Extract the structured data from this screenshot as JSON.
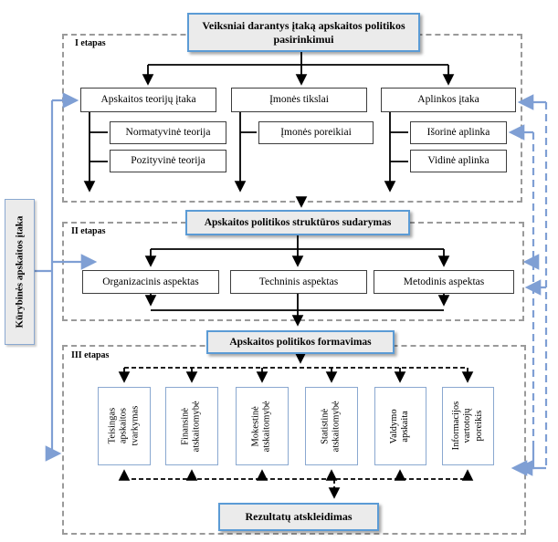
{
  "top_box": "Veiksniai darantys įtaką apskaitos politikos pasirinkimui",
  "left_label": "Kūrybinės apskaitos įtaka",
  "bottom_box": "Rezultatų atskleidimas",
  "stages": [
    {
      "label": "I etapas"
    },
    {
      "label": "II etapas"
    },
    {
      "label": "III etapas"
    }
  ],
  "stage1": {
    "columns": [
      {
        "title": "Apskaitos teorijų įtaka",
        "children": [
          "Normatyvinė teorija",
          "Pozityvinė teorija"
        ]
      },
      {
        "title": "Įmonės tikslai",
        "children": [
          "Įmonės poreikiai"
        ]
      },
      {
        "title": "Aplinkos įtaka",
        "children": [
          "Išorinė aplinka",
          "Vidinė aplinka"
        ]
      }
    ]
  },
  "stage2": {
    "title": "Apskaitos politikos struktūros sudarymas",
    "aspects": [
      "Organizacinis aspektas",
      "Techninis aspektas",
      "Metodinis aspektas"
    ]
  },
  "stage3": {
    "title": "Apskaitos politikos formavimas",
    "outputs": [
      "Teisingas apskaitos tvarkymas",
      "Finansinė atskaitomybė",
      "Mokestinė atskaitomybė",
      "Statistinė atskaitomybė",
      "Valdymo apskaita",
      "Informacijos vartotojų poreikis"
    ]
  },
  "colors": {
    "accent_blue_border": "#5b9bd5",
    "connector_blue": "#7f9fd4",
    "box_fill_gray": "#ebebeb",
    "container_dash_gray": "#9a9a9a",
    "connector_black": "#000000"
  }
}
